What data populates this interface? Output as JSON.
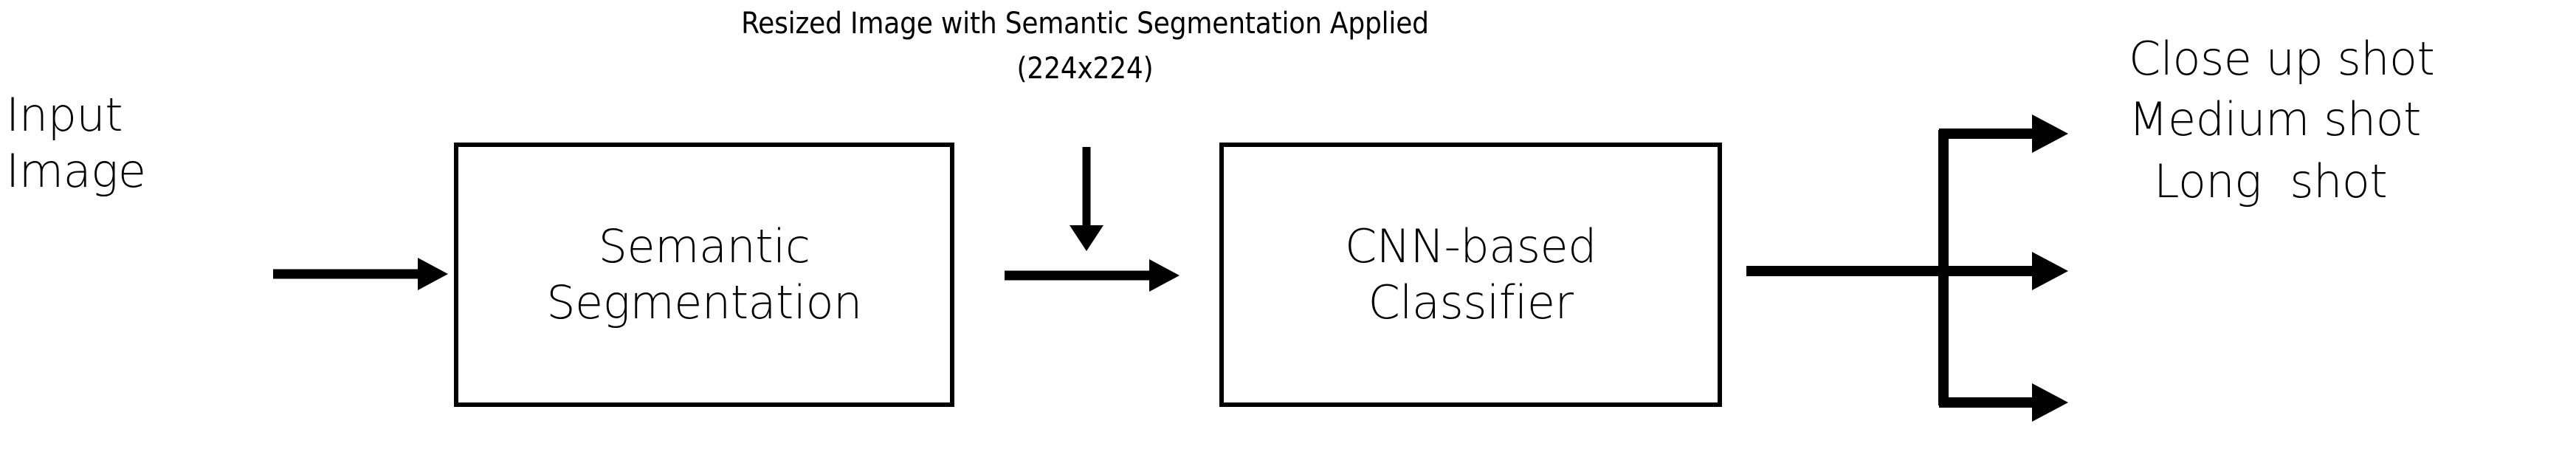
{
  "diagram": {
    "caption": {
      "line1": "Resized Image with Semantic Segmentation Applied",
      "line2": "(224x224)"
    },
    "input": {
      "line1": "Input",
      "line2": "Image"
    },
    "stages": [
      {
        "id": "semantic-segmentation",
        "line1": "Semantic",
        "line2": "Segmentation"
      },
      {
        "id": "cnn-based-classifier",
        "line1": "CNN-based",
        "line2": "Classifier"
      }
    ],
    "outputs": [
      {
        "id": "close-up-shot",
        "label": "Close up shot"
      },
      {
        "id": "medium-shot",
        "label": "Medium shot"
      },
      {
        "id": "long-shot",
        "label": "Long  shot"
      }
    ],
    "connectors": [
      {
        "id": "input-to-semantic",
        "type": "arrow-right"
      },
      {
        "id": "resize-down-arrow",
        "type": "arrow-down"
      },
      {
        "id": "semantic-to-cnn",
        "type": "arrow-right"
      },
      {
        "id": "cnn-to-branch-spine",
        "type": "line-right"
      },
      {
        "id": "branch-spine",
        "type": "line-vertical"
      },
      {
        "id": "branch-to-close-up",
        "type": "arrow-right"
      },
      {
        "id": "branch-to-medium",
        "type": "arrow-right"
      },
      {
        "id": "branch-to-long",
        "type": "arrow-right"
      }
    ],
    "colors": {
      "stroke": "#000000",
      "background": "#ffffff",
      "text": "#000000"
    }
  }
}
